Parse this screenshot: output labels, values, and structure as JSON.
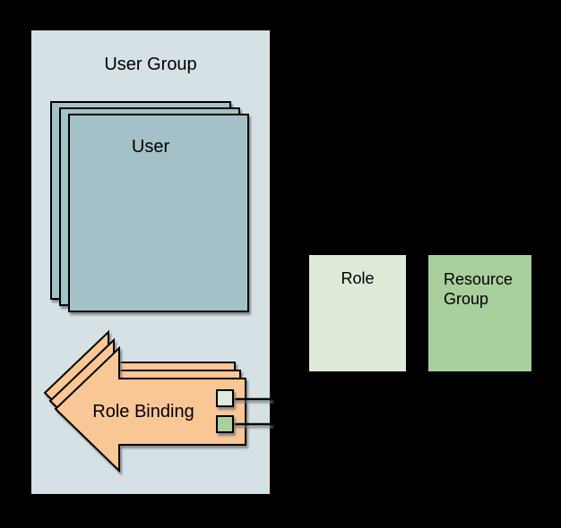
{
  "diagram": {
    "background": "#000000",
    "stroke_color": "#000000",
    "text_color": "#000000",
    "nodes": {
      "user_group": {
        "label": "User Group",
        "fill": "#d5e1e5",
        "type": "container"
      },
      "user": {
        "label": "User",
        "fill": "#a3c1c6",
        "stacked": 3
      },
      "role_binding": {
        "label": "Role Binding",
        "fill": "#f9c795",
        "stacked": 3,
        "shape": "left-arrow"
      },
      "role": {
        "label": "Role",
        "fill": "#dcead7"
      },
      "resource_group": {
        "label": "Resource Group",
        "label_lines": [
          "Resource",
          "Group"
        ],
        "fill": "#a9cf9d"
      }
    },
    "connectors": [
      {
        "name": "role-connector",
        "marker_fill": "#dcead7"
      },
      {
        "name": "resource-group-connector",
        "marker_fill": "#a9cf9d"
      }
    ]
  }
}
